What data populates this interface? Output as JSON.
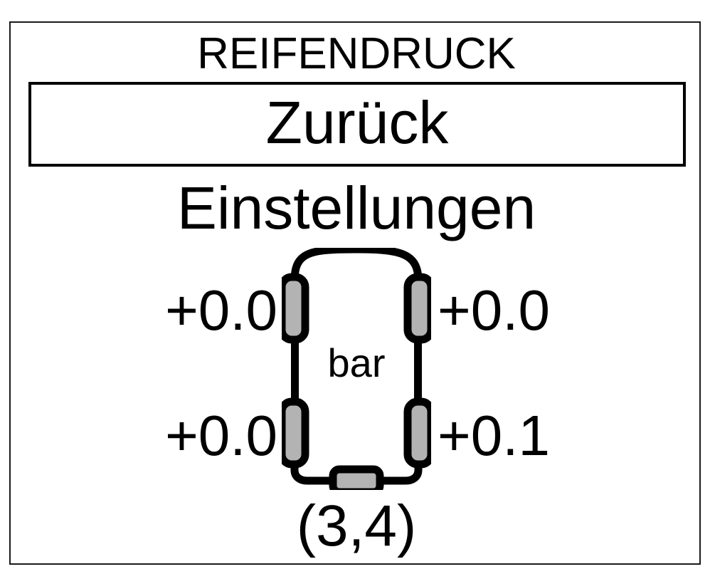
{
  "screen": {
    "title": "REIFENDRUCK"
  },
  "back_button": {
    "label": "Zurück"
  },
  "section": {
    "heading": "Einstellungen"
  },
  "vehicle": {
    "unit_label": "bar",
    "spare_value": "(3,4)",
    "tires": {
      "front_left": "+0.0",
      "front_right": "+0.0",
      "rear_left": "+0.0",
      "rear_right": "+0.1"
    }
  },
  "colors": {
    "background": "#ffffff",
    "foreground": "#000000",
    "frame_border": "#1a1a1a",
    "tire_fill": "#b3b3b3",
    "tire_stroke": "#000000"
  }
}
